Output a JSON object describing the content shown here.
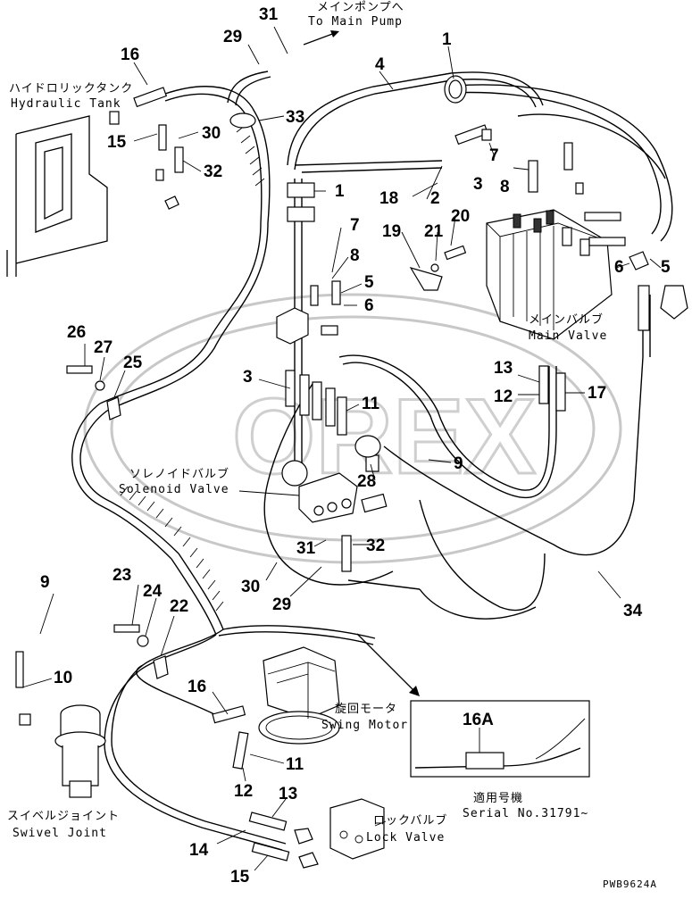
{
  "labels": {
    "to_main_pump_jp": "メインポンプへ",
    "to_main_pump_en": "To Main Pump",
    "hydraulic_tank_jp": "ハイドロリックタンク",
    "hydraulic_tank_en": "Hydraulic Tank",
    "main_valve_jp": "メインバルブ",
    "main_valve_en": "Main Valve",
    "solenoid_valve_jp": "ソレノイドバルブ",
    "solenoid_valve_en": "Solenoid Valve",
    "swing_motor_jp": "旋回モータ",
    "swing_motor_en": "Swing Motor",
    "swivel_joint_jp": "スイベルジョイント",
    "swivel_joint_en": "Swivel Joint",
    "lock_valve_jp": "ロックバルブ",
    "lock_valve_en": "Lock Valve",
    "serial_jp": "適用号機",
    "serial_en": "Serial No.31791~",
    "detail_label": "16A",
    "drawing_code": "PWB9624A",
    "watermark": "OREX"
  },
  "callouts": [
    {
      "id": "c1",
      "text": "31"
    },
    {
      "id": "c2",
      "text": "29"
    },
    {
      "id": "c3",
      "text": "1"
    },
    {
      "id": "c4",
      "text": "4"
    },
    {
      "id": "c5",
      "text": "16"
    },
    {
      "id": "c6",
      "text": "33"
    },
    {
      "id": "c7",
      "text": "15"
    },
    {
      "id": "c8",
      "text": "30"
    },
    {
      "id": "c9",
      "text": "32"
    },
    {
      "id": "c10",
      "text": "7"
    },
    {
      "id": "c11",
      "text": "3"
    },
    {
      "id": "c12",
      "text": "8"
    },
    {
      "id": "c13",
      "text": "1"
    },
    {
      "id": "c14",
      "text": "18"
    },
    {
      "id": "c15",
      "text": "2"
    },
    {
      "id": "c16",
      "text": "7"
    },
    {
      "id": "c17",
      "text": "20"
    },
    {
      "id": "c18",
      "text": "19"
    },
    {
      "id": "c19",
      "text": "21"
    },
    {
      "id": "c20",
      "text": "8"
    },
    {
      "id": "c21",
      "text": "5"
    },
    {
      "id": "c22",
      "text": "6"
    },
    {
      "id": "c23",
      "text": "6"
    },
    {
      "id": "c24",
      "text": "5"
    },
    {
      "id": "c25",
      "text": "26"
    },
    {
      "id": "c26",
      "text": "27"
    },
    {
      "id": "c27",
      "text": "25"
    },
    {
      "id": "c28",
      "text": "3"
    },
    {
      "id": "c29",
      "text": "13"
    },
    {
      "id": "c30",
      "text": "12"
    },
    {
      "id": "c31",
      "text": "17"
    },
    {
      "id": "c32",
      "text": "11"
    },
    {
      "id": "c33",
      "text": "9"
    },
    {
      "id": "c34",
      "text": "28"
    },
    {
      "id": "c35",
      "text": "31"
    },
    {
      "id": "c36",
      "text": "32"
    },
    {
      "id": "c37",
      "text": "9"
    },
    {
      "id": "c38",
      "text": "23"
    },
    {
      "id": "c39",
      "text": "24"
    },
    {
      "id": "c40",
      "text": "22"
    },
    {
      "id": "c41",
      "text": "30"
    },
    {
      "id": "c42",
      "text": "29"
    },
    {
      "id": "c43",
      "text": "34"
    },
    {
      "id": "c44",
      "text": "10"
    },
    {
      "id": "c45",
      "text": "16"
    },
    {
      "id": "c46",
      "text": "11"
    },
    {
      "id": "c47",
      "text": "12"
    },
    {
      "id": "c48",
      "text": "13"
    },
    {
      "id": "c49",
      "text": "14"
    },
    {
      "id": "c50",
      "text": "15"
    }
  ]
}
